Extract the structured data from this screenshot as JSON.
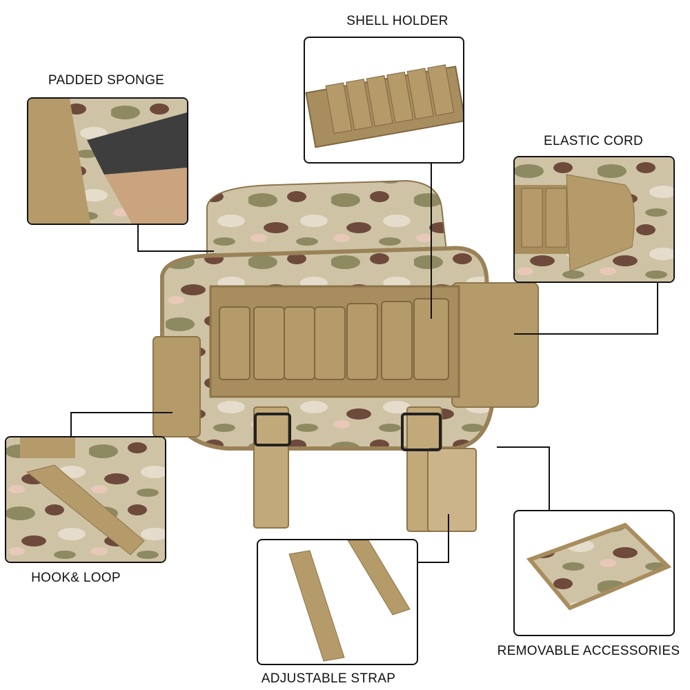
{
  "callouts": {
    "shell_holder": "SHELL HOLDER",
    "padded_sponge": "PADDED SPONGE",
    "elastic_cord": "ELASTIC CORD",
    "hook_loop": "HOOK& LOOP",
    "adjustable_strap": "ADJUSTABLE STRAP",
    "removable_accessories": "REMOVABLE ACCESSORIES"
  },
  "colors": {
    "tan": "#b59a6a",
    "tan_dark": "#8c7449",
    "camo_green": "#8d8a62",
    "camo_brown": "#6e4a3c",
    "camo_light": "#e6dccb",
    "outline": "#111111"
  }
}
